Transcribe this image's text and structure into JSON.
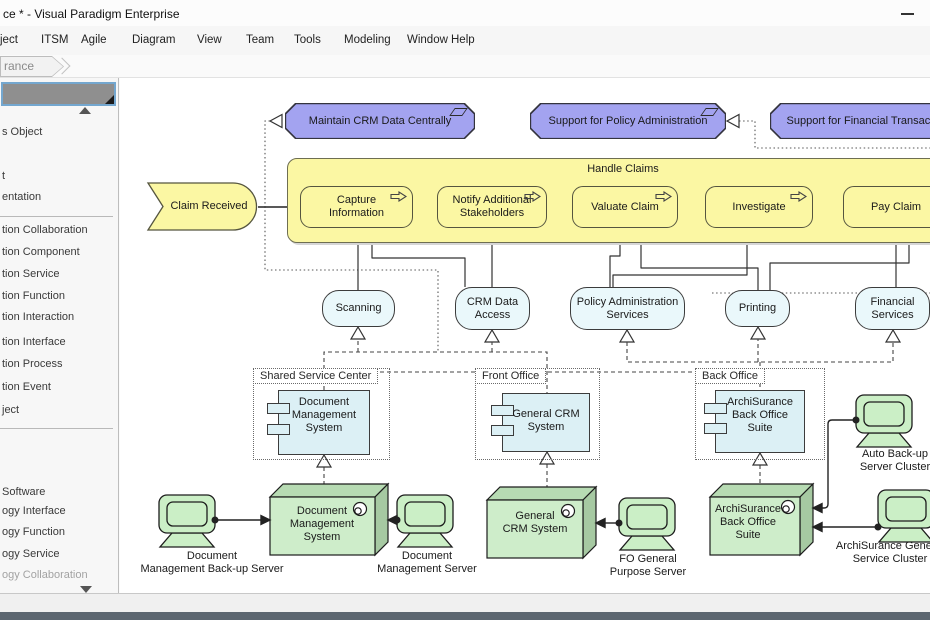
{
  "window": {
    "title": "ce * - Visual Paradigm Enterprise"
  },
  "menu": {
    "items": [
      "ject",
      "ITSM",
      "Agile",
      "Diagram",
      "View",
      "Team",
      "Tools",
      "Modeling",
      "Window",
      "Help"
    ]
  },
  "breadcrumb": {
    "label": "rance"
  },
  "palette": {
    "items": [
      "s Object",
      "t",
      "entation",
      "tion Collaboration",
      "tion Component",
      "tion Service",
      "tion Function",
      "tion Interaction",
      "tion Interface",
      "tion Process",
      "tion Event",
      "ject",
      "Software",
      "ogy Interface",
      "ogy Function",
      "ogy Service",
      "ogy Collaboration"
    ]
  },
  "diagram": {
    "goals": [
      {
        "label": "Maintain CRM Data Centrally"
      },
      {
        "label": "Support for Policy Administration"
      },
      {
        "label": "Support for Financial Transactions"
      }
    ],
    "event": {
      "label": "Claim Received"
    },
    "process_group": {
      "label": "Handle Claims"
    },
    "processes": [
      {
        "label": "Capture Information"
      },
      {
        "label": "Notify Additional Stakeholders"
      },
      {
        "label": "Valuate Claim"
      },
      {
        "label": "Investigate"
      },
      {
        "label": "Pay Claim"
      }
    ],
    "services": [
      {
        "label": "Scanning"
      },
      {
        "label": "CRM Data Access"
      },
      {
        "label": "Policy Administration Services"
      },
      {
        "label": "Printing"
      },
      {
        "label": "Financial Services"
      }
    ],
    "groups": [
      {
        "label": "Shared Service Center"
      },
      {
        "label": "Front Office"
      },
      {
        "label": "Back Office"
      }
    ],
    "components": [
      {
        "label": "Document Management System"
      },
      {
        "label": "General CRM System"
      },
      {
        "label": "ArchiSurance Back Office Suite"
      }
    ],
    "nodes": [
      {
        "label": "Document Management System"
      },
      {
        "label": "General CRM System"
      },
      {
        "label": "ArchiSurance Back Office Suite"
      }
    ],
    "terminals": [
      {
        "lines": [
          "Document",
          "Management Back-up Server"
        ]
      },
      {
        "lines": [
          "Document",
          "Management Server"
        ]
      },
      {
        "lines": [
          "FO General",
          "Purpose Server"
        ]
      },
      {
        "lines": [
          "Auto Back-up",
          "Server Cluster"
        ]
      },
      {
        "lines": [
          "ArchiSurance General",
          "Service Cluster"
        ]
      }
    ]
  },
  "colors": {
    "goal_fill": "#a3a3f0",
    "process_fill": "#fbf7a3",
    "service_fill": "#eaf8fb",
    "component_fill": "#dcf0f5",
    "node_fill": "#ceedca",
    "terminal_fill": "#cbefc6"
  }
}
